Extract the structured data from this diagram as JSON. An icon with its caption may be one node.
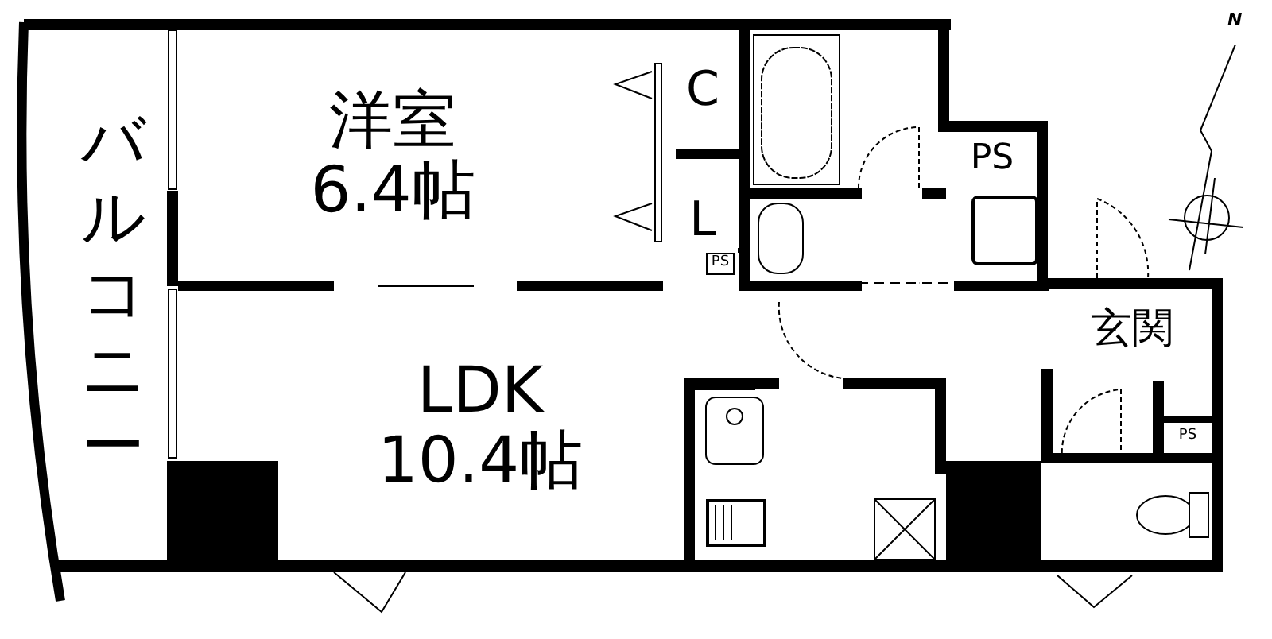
{
  "diagram": {
    "nodes": [
      {
        "text": [
          "バルコニー"
        ]
      },
      {
        "text": [
          "洋室",
          "6.4帖"
        ]
      },
      {
        "text": [
          "LDK",
          "10.4帖"
        ]
      },
      {
        "text": [
          "C"
        ]
      },
      {
        "text": [
          "L"
        ]
      },
      {
        "text": [
          "PS"
        ],
        "in": 4
      },
      {
        "text": [
          "PS"
        ]
      },
      {
        "text": [
          "玄関"
        ]
      },
      {
        "text": [
          "PS"
        ]
      }
    ],
    "labels": [
      "N"
    ]
  }
}
